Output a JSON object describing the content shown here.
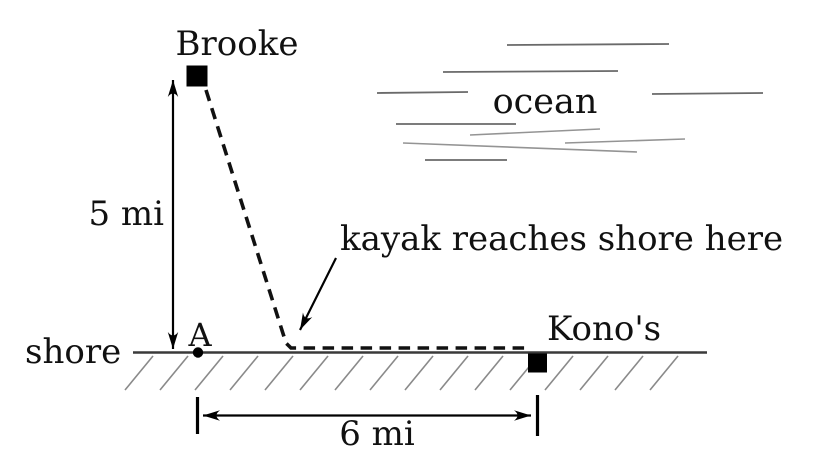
{
  "diagram": {
    "title": "kayak reaches shore diagram",
    "labels": {
      "brooke": "Brooke",
      "ocean": "ocean",
      "shore": "shore",
      "point_a": "A",
      "konos": "Kono's",
      "kayak_note": "kayak reaches shore here",
      "vertical_distance": "5 mi",
      "horizontal_distance": "6 mi"
    },
    "measurements": {
      "brooke_offshore_distance_mi": 5,
      "a_to_konos_distance_mi": 6
    },
    "colors": {
      "ink": "#111111",
      "shore_line": "#3a3a3a",
      "wave_line": "#6a6a6a",
      "hatch_line": "#8a8a8a",
      "background": "#ffffff"
    }
  }
}
